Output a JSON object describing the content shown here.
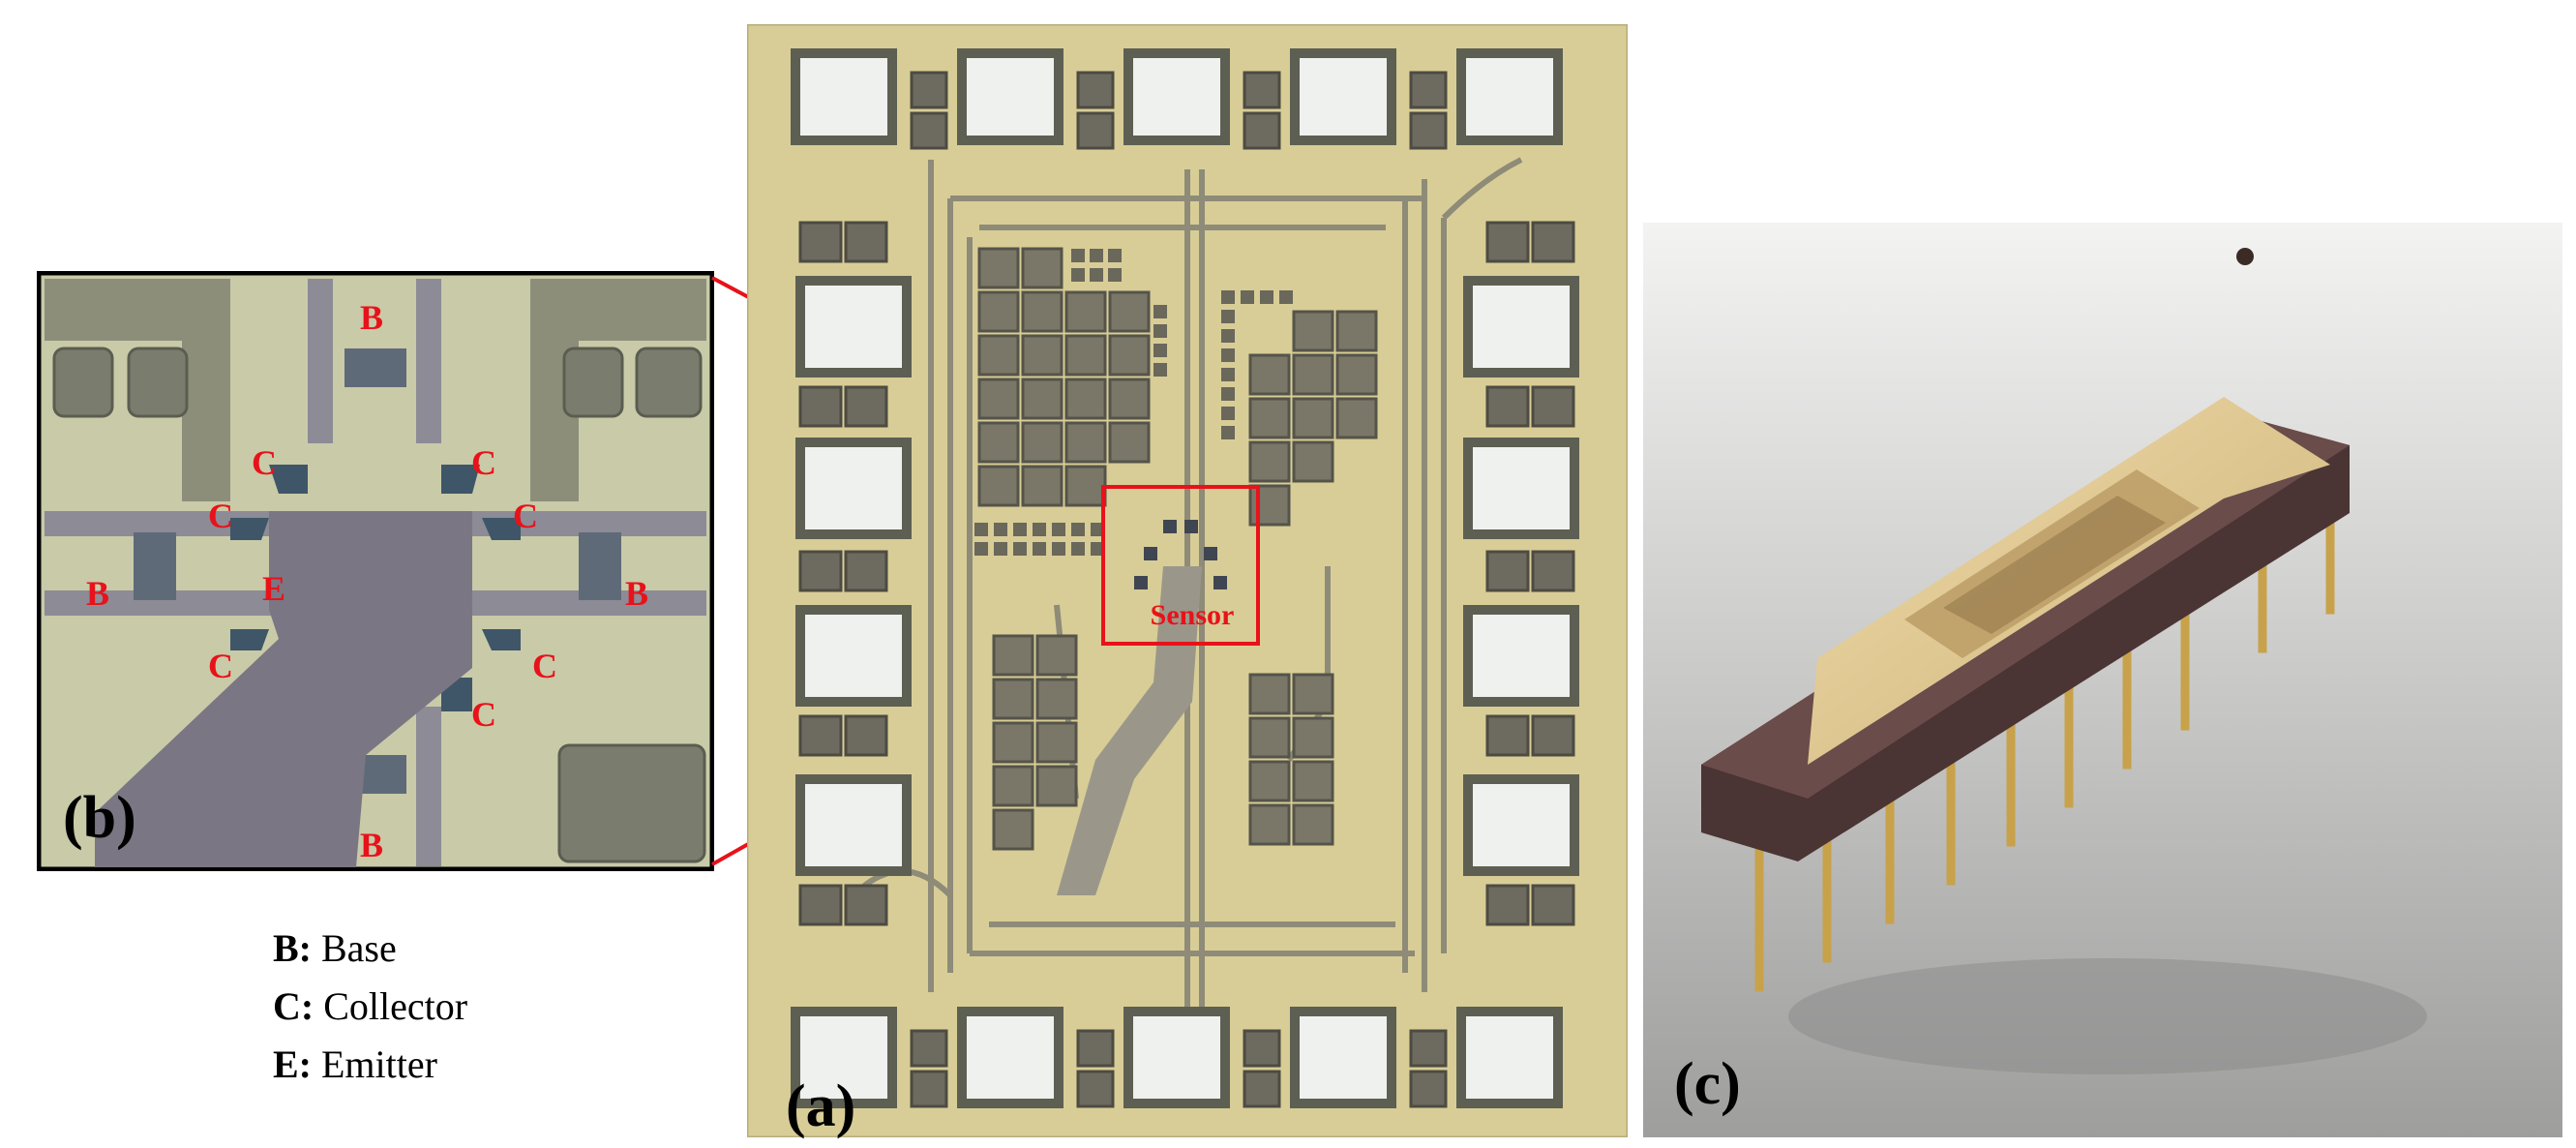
{
  "panels": {
    "a": {
      "label": "(a)",
      "sensor_label": "Sensor"
    },
    "b": {
      "label": "(b)",
      "terminal_labels": {
        "base": "B",
        "collector": "C",
        "emitter": "E"
      }
    },
    "c": {
      "label": "(c)"
    }
  },
  "legend": [
    {
      "key": "B:",
      "text": "Base"
    },
    {
      "key": "C:",
      "text": "Collector"
    },
    {
      "key": "E:",
      "text": "Emitter"
    }
  ],
  "colors": {
    "die_background": "#d8cd96",
    "pad_white": "#eef1ee",
    "pad_frame": "#5c5f52",
    "sensor_box": "#e8121a",
    "zoom_background": "#c7c8a6",
    "zoom_metal": "#7e7d8a",
    "chip_body": "#4a3434",
    "chip_lid": "#e4cf9a",
    "pins": "#c8a24a"
  }
}
